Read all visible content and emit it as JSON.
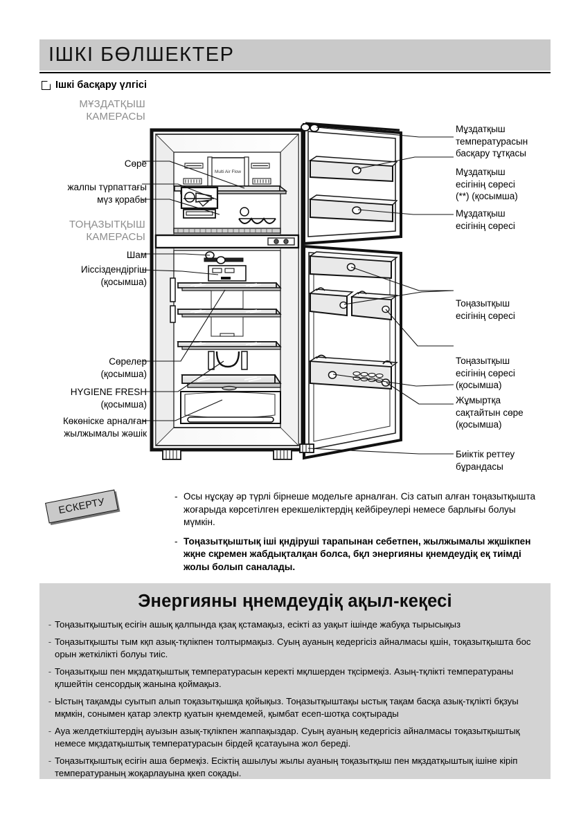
{
  "header": {
    "title": "ІШКІ БӨЛШЕКТЕР",
    "subheading": "Ішкі басқару үлгісі"
  },
  "compartments": {
    "freezer": "МҰЗДАТҚЫШ\nКАМЕРАСЫ",
    "freezer_line1": "МҰЗДАТҚЫШ",
    "freezer_line2": "КАМЕРАСЫ",
    "fridge_line1": "ТОҢАЗЫТҚЫШ",
    "fridge_line2": "КАМЕРАСЫ"
  },
  "labels_left": {
    "shelf": "Сөре",
    "ice_box": "жалпы түрпаттағы\nмүз қорабы",
    "lamp": "Шам",
    "deodorizer": "Иіссіздендіргіш\n(қосымша)",
    "shelves": "Сөрелер\n(қосымша)",
    "hygiene_fresh": "HYGIENE FRESH\n(қосымша)",
    "vegetable_drawer": "Көкөніске арналған\nжылжымалы жәшік"
  },
  "labels_right": {
    "temp_control": "Мұздатқыш\nтемпературасын\nбасқару тұтқасы",
    "freezer_door_shelf_opt": "Мұздатқыш\nесігінің сөресі\n(**) (қосымша)",
    "freezer_door_shelf": "Мұздатқыш\nесігінің сөресі",
    "fridge_door_shelf": "Тоңазытқыш\nесігінің сөресі",
    "fridge_door_shelf_opt": "Тоңазытқыш\nесігінің сөресі\n(қосымша)",
    "egg_tray": "Жұмыртқа\nсақтайтын сөре\n(қосымша)",
    "leveling_screw": "Биіктік реттеу\nбұрандасы"
  },
  "diagram": {
    "multi_air_flow": "Multi Air Flow"
  },
  "note": {
    "tag": "ЕСКЕРТУ",
    "dash": "-",
    "items": [
      {
        "text": "Осы нұсқау әр түрлі бірнеше модельге арналған. Сіз сатып алған тоңазытқышта жоғарыда көрсетілген ерекшеліктердің кейбіреулері немесе барлығы болуы мүмкін.",
        "bold": false
      },
      {
        "text": "Тоңазытқыштық іші қндіруші тарапынан себетпен, жылжымалы жқшікпен жқне сқремен жабдықталқан болса, бқл энергияны қнемдеудіқ еқ тиімді жолы болып саналады.",
        "bold": true
      }
    ]
  },
  "energy": {
    "title": "Энергияны ңнемдеудіқ ақыл-кеқесі",
    "dash": "-",
    "tips": [
      "Тоңазытқыштық есігін ашық қалпында қзақ қстамақыз, есікті аз уақыт ішінде жабуқа тырысықыз",
      "Тоңазытқышты тым кқп азық-тқлікпен толтырмақыз. Суың ауаның кедергісіз айналмасы қшін, тоқазытқышта бос орын жеткілікті болуы тиіс.",
      "Тоңазытқыш пен мқздатқыштық температурасын керекті мқлшерден тқсірмеқіз. Азың-тқлікті температураны қлшейтін сенсордық жанына қоймақыз.",
      "Ыстың тақамды суытып алып тоқазытқышқа қойықыз. Тоңазытқыштақы ыстық тақам басқа азық-тқлікті бқзуы мқмкін, сонымен қатар электр қуатын қнемдемей, қымбат есеп-шотқа соқтырады",
      "Ауа желдеткіштердің ауызын азық-тқлікпен жаппақыздар. Суың ауаның кедергісіз айналмасы тоқазытқыштық немесе мқздатқыштық температурасын бірдей қсатауына жол береді.",
      "Тоңазытқыштық есігін аша бермеқіз. Есіктің ашылуы жылы ауаның тоқазытқыш пен мқздатқыштық ішіне кіріп температураның жоқарлауына қкеп соқады."
    ]
  },
  "colors": {
    "header_bar": "#c9c9c9",
    "energy_panel": "#d3d3d3",
    "grey_caption": "#8d8d8d",
    "shelf_fill": "#e6e6e6"
  }
}
